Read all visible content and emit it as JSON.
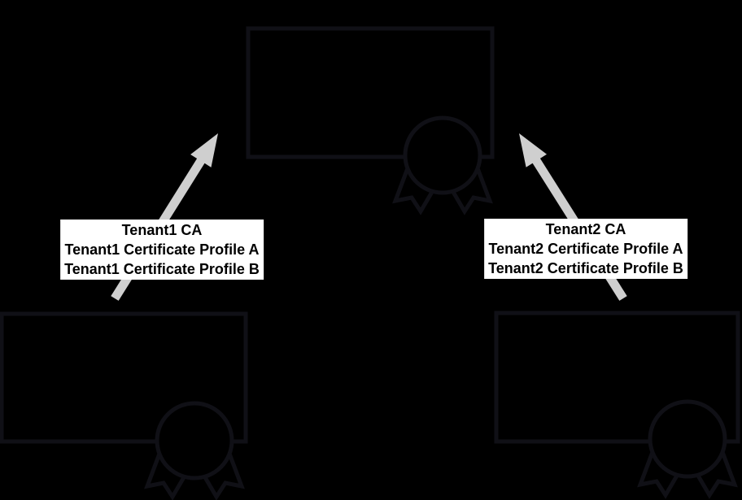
{
  "diagram": {
    "title": "tenant-ca-certificate-hierarchy",
    "colors": {
      "background": "#000000",
      "outline": "#101016",
      "arrow": "#cfcfcf",
      "label_background": "#ffffff",
      "label_text": "#000000"
    },
    "certificates": {
      "top": {
        "name": "top-ca-certificate"
      },
      "bottom_left": {
        "name": "tenant1-certificate"
      },
      "bottom_right": {
        "name": "tenant2-certificate"
      }
    },
    "icons": {
      "seal": "certificate-seal-icon"
    },
    "labels": {
      "left": {
        "lines": [
          "Tenant1 CA",
          "Tenant1 Certificate Profile A",
          "Tenant1 Certificate Profile B"
        ]
      },
      "right": {
        "lines": [
          "Tenant2 CA",
          "Tenant2 Certificate Profile A",
          "Tenant2 Certificate Profile B"
        ]
      }
    }
  }
}
